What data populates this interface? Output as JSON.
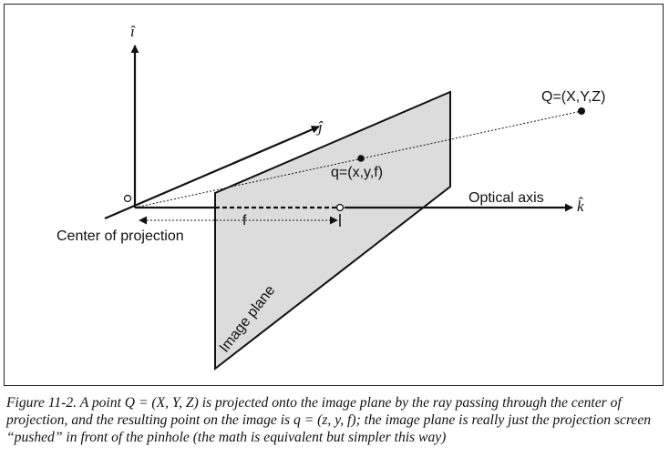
{
  "diagram": {
    "labels": {
      "axis_i": "î",
      "axis_j": "ĵ",
      "axis_k": "k̂",
      "point_Q": "Q=(X,Y,Z)",
      "point_q": "q=(x,y,f)",
      "optical_axis": "Optical axis",
      "center_of_projection": "Center of projection",
      "focal_length": "f",
      "image_plane": "Image plane"
    },
    "colors": {
      "plane_fill": "#dcdcdc",
      "stroke": "#111111"
    }
  },
  "caption": {
    "text": "Figure 11-2. A point Q = (X, Y, Z) is projected onto the image plane by the ray passing through the center of projection, and the resulting point on the image is q = (z, y, f); the image plane is really just the projection screen “pushed” in front of the pinhole (the math is equivalent but simpler this way)"
  }
}
